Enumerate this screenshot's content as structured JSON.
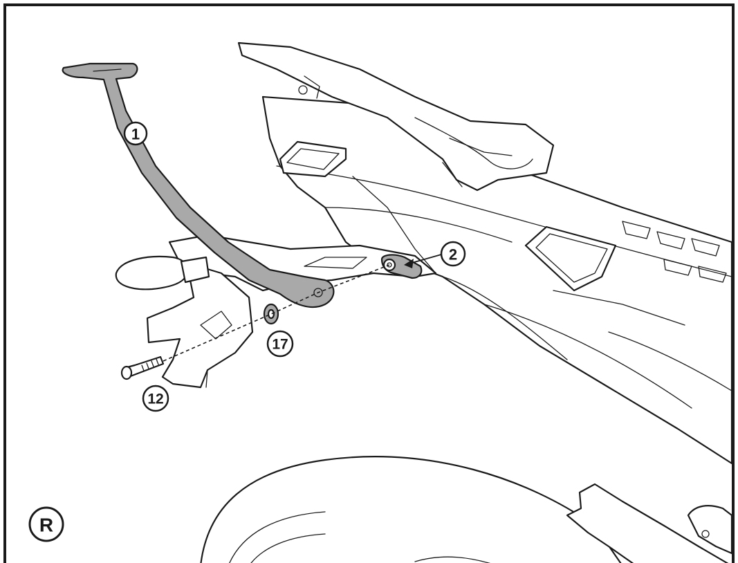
{
  "callouts": {
    "part_1": "1",
    "part_2": "2",
    "part_12": "12",
    "part_17": "17",
    "side_marker": "R"
  },
  "colors": {
    "ink": "#1a1a1a",
    "highlight_part": "#a9a9a9",
    "background": "#ffffff"
  }
}
